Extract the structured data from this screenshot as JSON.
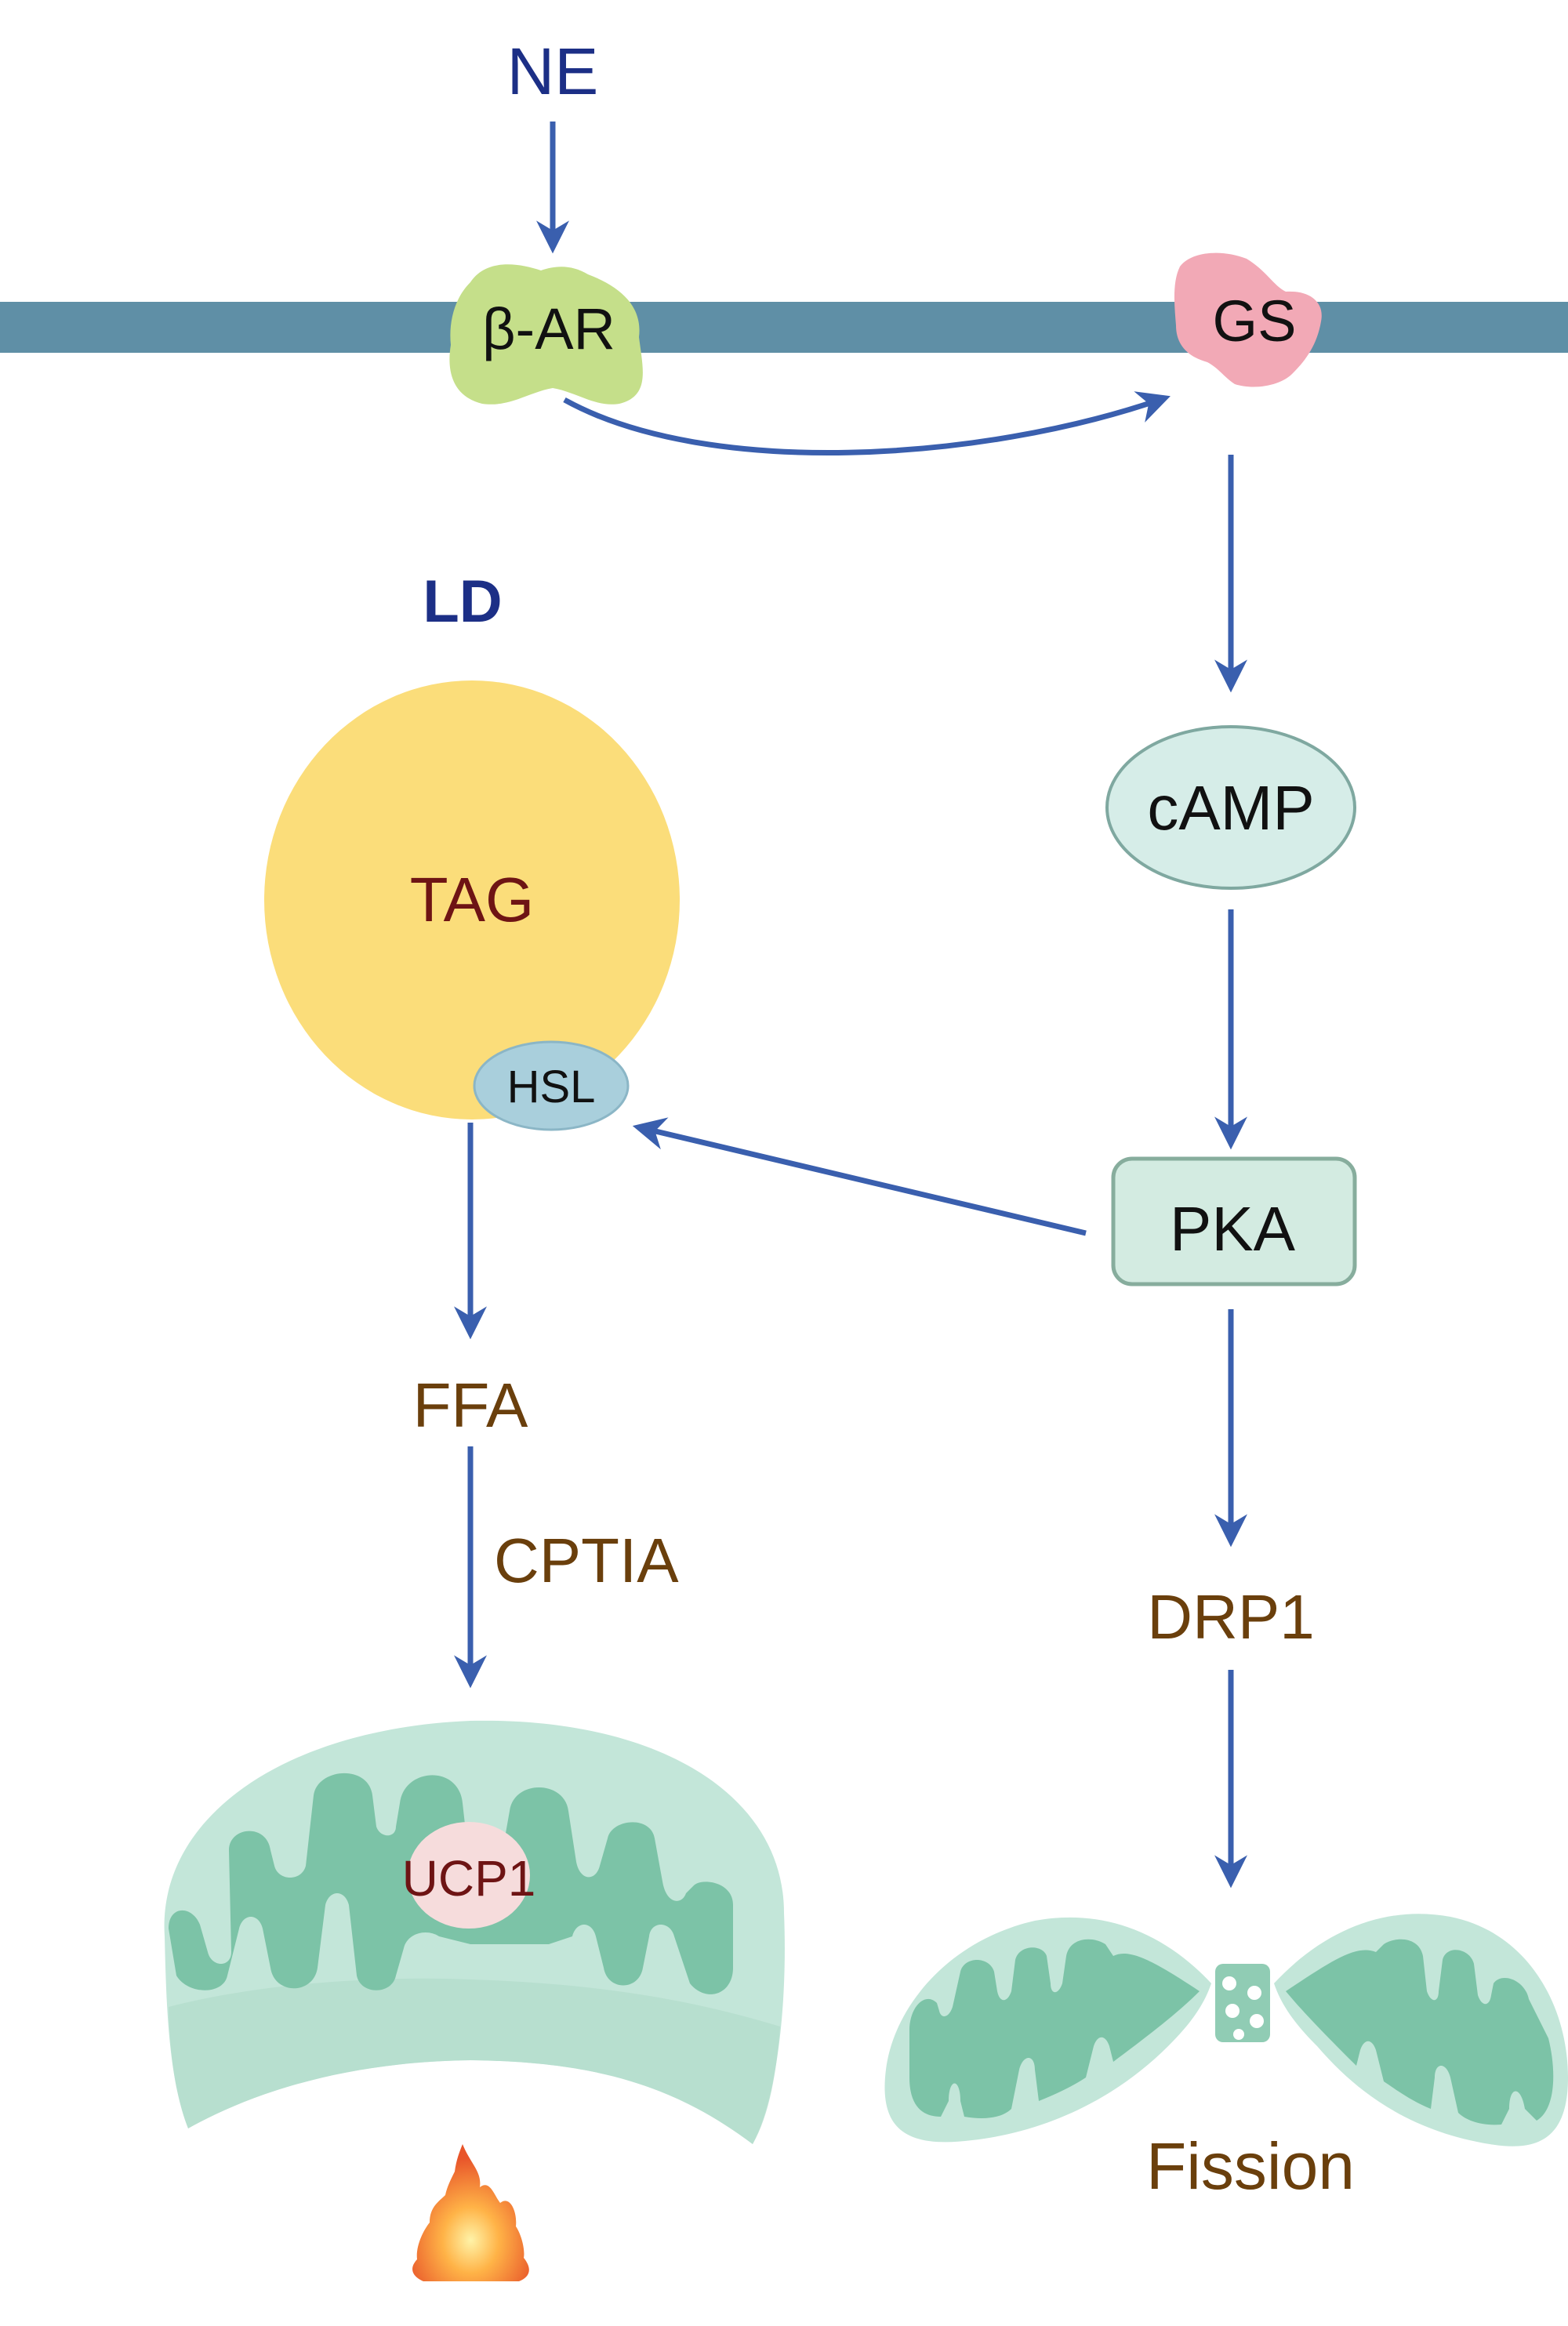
{
  "diagram": {
    "title": "NE / β-AR signaling: lipolysis, thermogenesis and mitochondrial fission",
    "colors": {
      "arrow": "#3a5fae",
      "membrane": "#5f8fa6",
      "beta_ar": "#c5df8a",
      "gs": "#f2a9b6",
      "camp": "#d6ede8",
      "pka": "#d3ebe1",
      "lipid_droplet": "#fbdd7a",
      "hsl": "#a9cfdc",
      "mito_outer": "#bfe3d6",
      "mito_cristae": "#7cc3a7",
      "ucp1": "#f6dcdc",
      "label_blue": "#1c2f86",
      "label_brown": "#6a3f0c"
    },
    "nodes": {
      "ne": "NE",
      "beta_ar": "β-AR",
      "gs": "GS",
      "ld": "LD",
      "tag": "TAG",
      "hsl": "HSL",
      "camp": "cAMP",
      "pka": "PKA",
      "ffa": "FFA",
      "cptia": "CPTIA",
      "drp1": "DRP1",
      "ucp1": "UCP1",
      "fission": "Fission"
    },
    "icons": {
      "heat": "flame-icon"
    },
    "edges": [
      {
        "from": "NE",
        "to": "β-AR"
      },
      {
        "from": "β-AR",
        "to": "GS"
      },
      {
        "from": "GS",
        "to": "cAMP"
      },
      {
        "from": "cAMP",
        "to": "PKA"
      },
      {
        "from": "PKA",
        "to": "HSL"
      },
      {
        "from": "HSL",
        "to": "FFA"
      },
      {
        "from": "FFA",
        "to": "Mitochondrion (UCP1)",
        "label": "CPTIA"
      },
      {
        "from": "PKA",
        "to": "DRP1"
      },
      {
        "from": "DRP1",
        "to": "Fission"
      }
    ]
  }
}
